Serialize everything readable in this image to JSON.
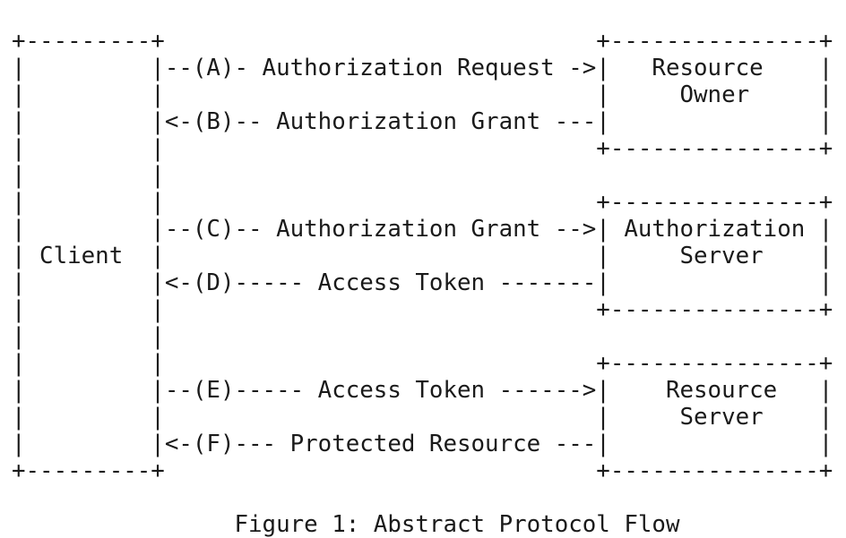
{
  "diagram": {
    "lines": [
      "+---------+                               +---------------+",
      "|         |--(A)- Authorization Request ->|   Resource    |",
      "|         |                               |     Owner     |",
      "|         |<-(B)-- Authorization Grant ---|               |",
      "|         |                               +---------------+",
      "|         |",
      "|         |                               +---------------+",
      "|         |--(C)-- Authorization Grant -->| Authorization |",
      "| Client  |                               |     Server    |",
      "|         |<-(D)----- Access Token -------|               |",
      "|         |                               +---------------+",
      "|         |",
      "|         |                               +---------------+",
      "|         |--(E)----- Access Token ------>|    Resource   |",
      "|         |                               |     Server    |",
      "|         |<-(F)--- Protected Resource ---|               |",
      "+---------+                               +---------------+",
      "",
      "                Figure 1: Abstract Protocol Flow"
    ]
  }
}
